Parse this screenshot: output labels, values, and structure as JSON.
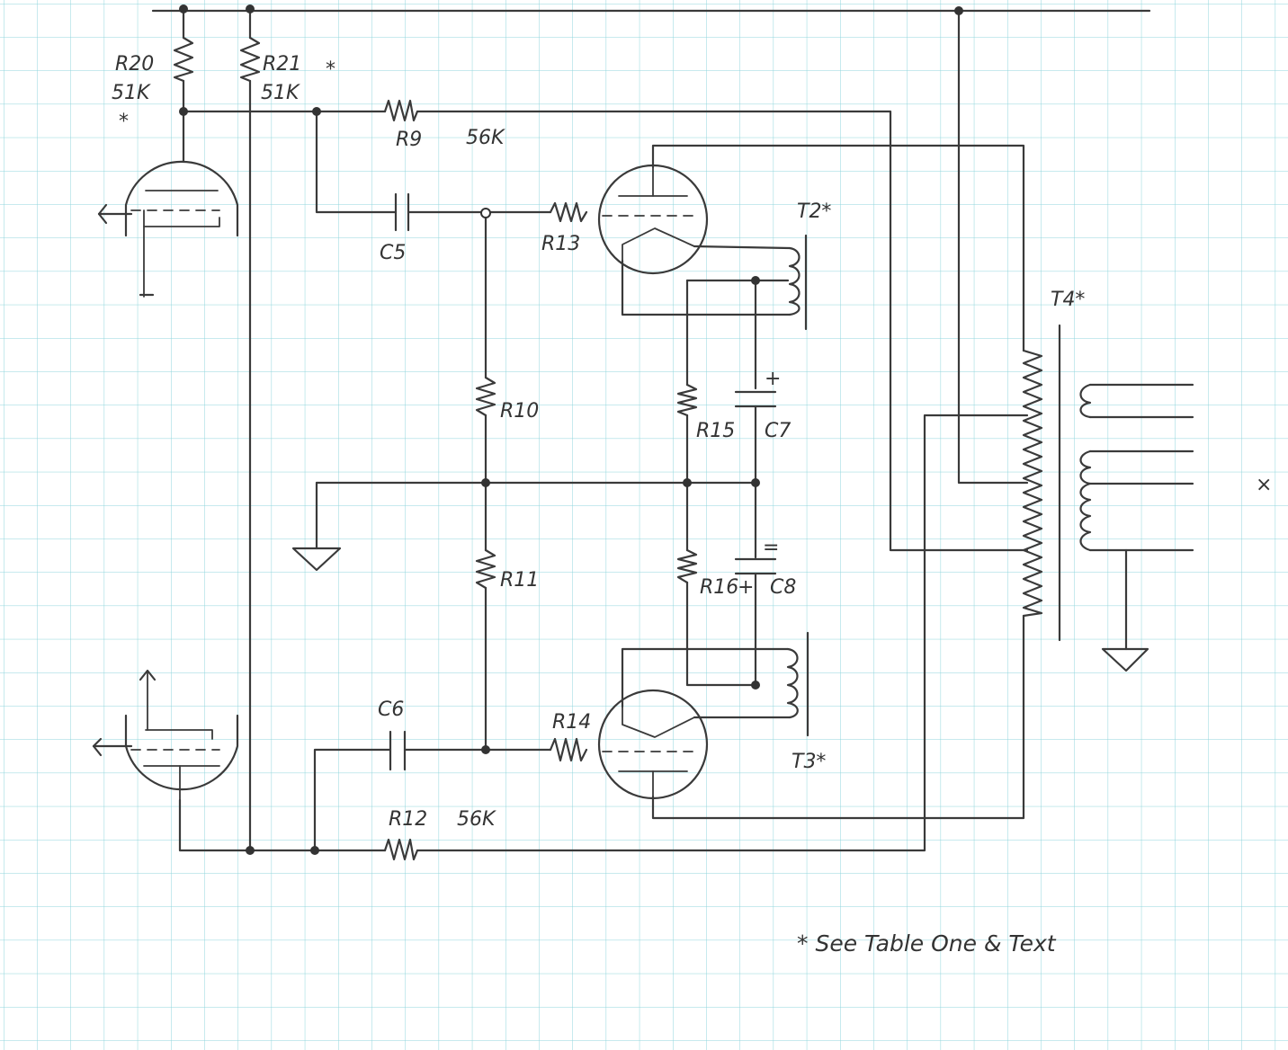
{
  "labels": {
    "r20": "R20",
    "r20_value": "51K",
    "r20_mark": "*",
    "r21": "R21",
    "r21_mark": "*",
    "r21_value": "51K",
    "r9": "R9",
    "r9_value": "56K",
    "c5": "C5",
    "r13": "R13",
    "t2": "T2*",
    "t4": "T4*",
    "r10": "R10",
    "r15": "R15",
    "c7": "C7",
    "c7_polarity": "+",
    "r11": "R11",
    "r16": "R16",
    "c8": "C8",
    "c8_pol_top": "=",
    "c8_pol_bottom": "+",
    "c6": "C6",
    "r14": "R14",
    "t3": "T3*",
    "r12": "R12",
    "r12_value": "56K",
    "stray_mark": "×"
  },
  "footnote": "* See Table One & Text",
  "colors": {
    "grid": "#8fd6dc",
    "grid_major": "#7ccbd2",
    "ink": "#3a3a3a",
    "paper": "#ffffff"
  }
}
